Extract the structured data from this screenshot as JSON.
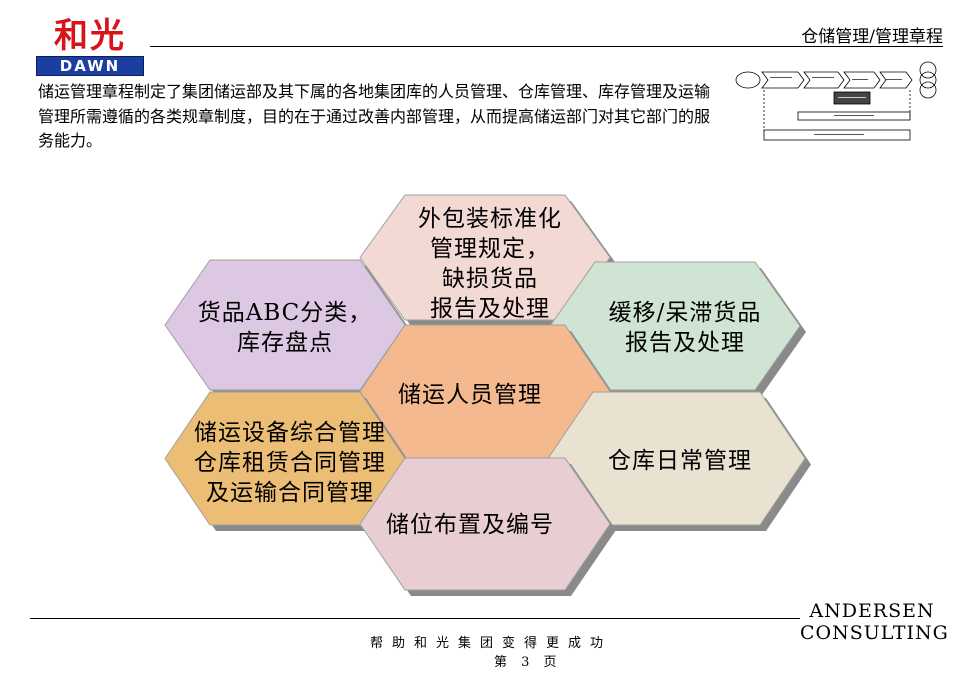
{
  "header": {
    "logo_cn": "和光",
    "logo_en": "DAWN",
    "title": "仓储管理/管理章程"
  },
  "intro": "储运管理章程制定了集团储运部及其下属的各地集团库的人员管理、仓库管理、库存管理及运输管理所需遵循的各类规章制度，目的在于通过改善内部管理，从而提高储运部门对其它部门的服务能力。",
  "hexagons": [
    {
      "id": "top",
      "lines": [
        "外包装标准化",
        "管理规定，",
        "缺损货品",
        "报告及处理"
      ],
      "color": "#f2d9d4"
    },
    {
      "id": "upper-left",
      "lines": [
        "货品ABC分类，",
        "库存盘点"
      ],
      "color": "#dcc8e2"
    },
    {
      "id": "upper-right",
      "lines": [
        "缓移/呆滞货品",
        "报告及处理"
      ],
      "color": "#cfe4d2"
    },
    {
      "id": "center",
      "lines": [
        "储运人员管理"
      ],
      "color": "#f4b98e"
    },
    {
      "id": "lower-left",
      "lines": [
        "储运设备综合管理",
        "仓库租赁合同管理",
        "及运输合同管理"
      ],
      "color": "#ecbd74"
    },
    {
      "id": "lower-right",
      "lines": [
        "仓库日常管理"
      ],
      "color": "#eae2d1"
    },
    {
      "id": "bottom",
      "lines": [
        "储位布置及编号"
      ],
      "color": "#e8cdd2"
    }
  ],
  "footer": {
    "slogan": "帮助和光集团变得更成功",
    "page": "第 3 页",
    "brand_line1": "ANDERSEN",
    "brand_line2": "CONSULTING"
  },
  "colors": {
    "hex_border": "#a0a0a0",
    "hex_shadow": "#8a8a8a",
    "logo_red": "#d8141b",
    "logo_blue": "#1a3fa0"
  }
}
